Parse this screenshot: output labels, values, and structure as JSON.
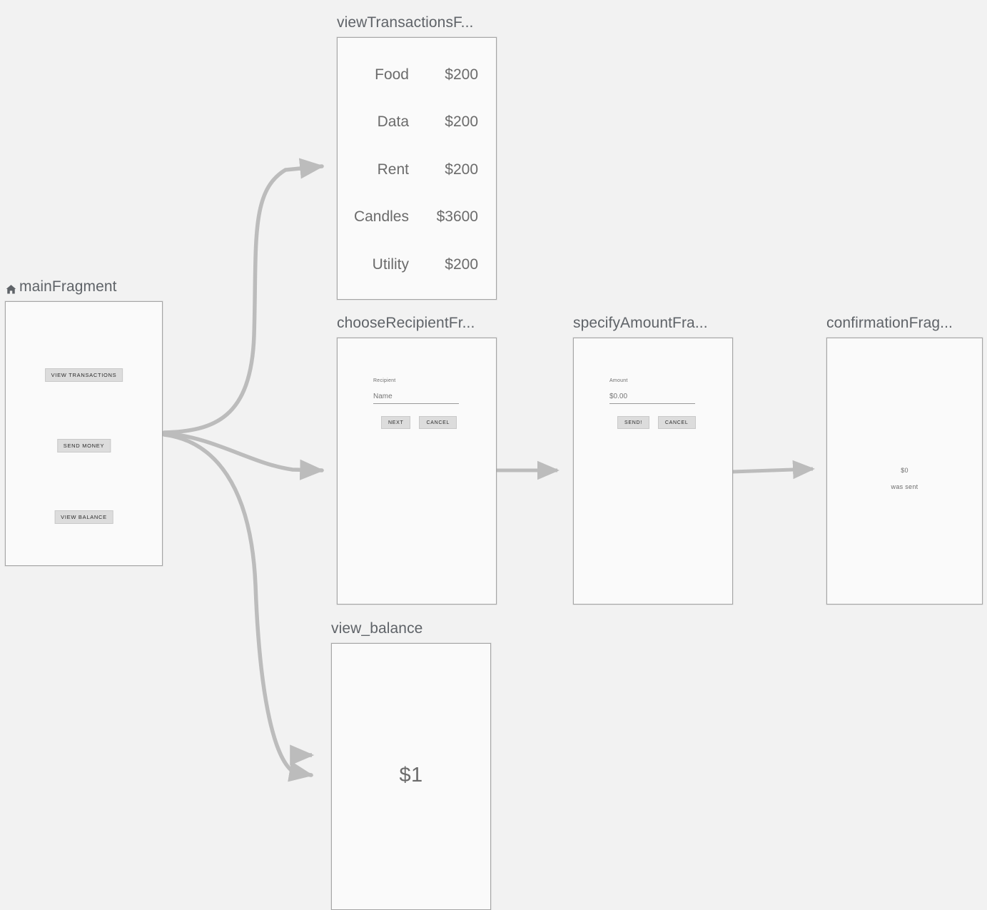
{
  "canvas": {
    "background_color": "#f2f2f2",
    "edge_color": "#bcbcbc",
    "card_border_color": "#a6a6a6",
    "card_fill_color": "#fafafa",
    "label_color": "#5f6368"
  },
  "nodes": {
    "main_fragment": {
      "label": "mainFragment",
      "icon": "home-icon",
      "is_start_destination": true,
      "buttons": [
        {
          "label": "VIEW TRANSACTIONS"
        },
        {
          "label": "SEND MONEY"
        },
        {
          "label": "VIEW BALANCE"
        }
      ]
    },
    "view_transactions_fragment": {
      "label": "viewTransactionsF...",
      "full_label": "viewTransactionsFragment",
      "transactions": [
        {
          "category": "Food",
          "amount": "$200"
        },
        {
          "category": "Data",
          "amount": "$200"
        },
        {
          "category": "Rent",
          "amount": "$200"
        },
        {
          "category": "Candles",
          "amount": "$3600"
        },
        {
          "category": "Utility",
          "amount": "$200"
        }
      ]
    },
    "choose_recipient_fragment": {
      "label": "chooseRecipientFr...",
      "full_label": "chooseRecipientFragment",
      "field_label": "Recipient",
      "field_value": "",
      "field_placeholder": "Name",
      "primary_button": "NEXT",
      "secondary_button": "CANCEL"
    },
    "specify_amount_fragment": {
      "label": "specifyAmountFra...",
      "full_label": "specifyAmountFragment",
      "field_label": "Amount",
      "field_value": "",
      "field_placeholder": "$0.00",
      "primary_button": "SEND!",
      "secondary_button": "CANCEL"
    },
    "confirmation_fragment": {
      "label": "confirmationFrag...",
      "full_label": "confirmationFragment",
      "amount": "$0",
      "message": "was sent"
    },
    "view_balance_fragment": {
      "label": "view_balance",
      "balance": "$1"
    }
  }
}
